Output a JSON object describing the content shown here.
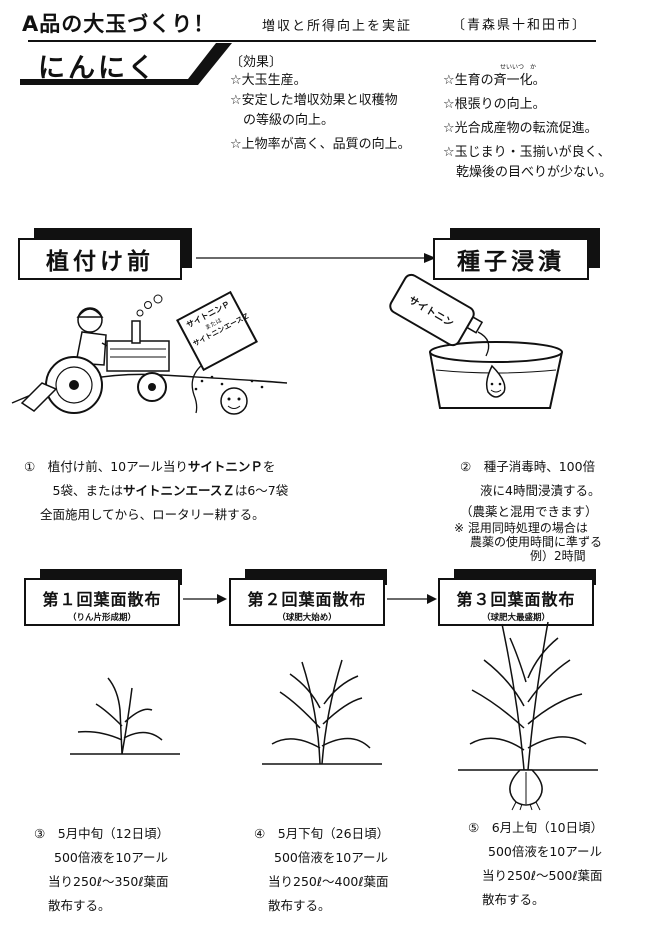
{
  "header": {
    "title": "A品の大玉づくり！",
    "subtitle": "増収と所得向上を実証",
    "location": "〔青森県十和田市〕",
    "crop": "にんにく"
  },
  "effects": {
    "heading": "〔効果〕",
    "left": [
      "☆大玉生産。",
      "☆安定した増収効果と収穫物",
      "　の等級の向上。",
      "☆上物率が高く、品質の向上。"
    ],
    "right": [
      "☆生育の斉一化。",
      "☆根張りの向上。",
      "☆光合成産物の転流促進。",
      "☆玉じまり・玉揃いが良く、",
      "　乾燥後の目べりが少ない。"
    ],
    "ruby": "せいいつ　か"
  },
  "stages": {
    "before_planting": "植付け前",
    "seed_soak": "種子浸漬"
  },
  "illustration_labels": {
    "bag_line1": "サイトニンＰ",
    "bag_line2": "または",
    "bag_line3": "サイトニンエースＺ",
    "bottle": "サイトニン"
  },
  "step1": {
    "line1_a": "①　植付け前、10アール当り",
    "line1_b": "サイトニンＰ",
    "line1_c": "を",
    "line2_a": "　5袋、または",
    "line2_b": "サイトニンエースＺ",
    "line2_c": "は6〜7袋",
    "line3": "全面施用してから、ロータリー耕する。"
  },
  "step2": {
    "line1": "②　種子消毒時、100倍",
    "line2": "液に4時間浸漬する。",
    "line3": "（農薬と混用できます）",
    "line4": "※ 混用同時処理の場合は",
    "line5": "農薬の使用時間に準ずる",
    "line6": "例）2時間"
  },
  "sprays": [
    {
      "title": "第１回葉面散布",
      "sub": "（りん片形成期）"
    },
    {
      "title": "第２回葉面散布",
      "sub": "（球肥大始め）"
    },
    {
      "title": "第３回葉面散布",
      "sub": "（球肥大最盛期）"
    }
  ],
  "timing": [
    {
      "line1": "③　5月中旬（12日頃）",
      "line2": "500倍液を10アール",
      "line3": "当り250ℓ〜350ℓ葉面",
      "line4": "散布する。"
    },
    {
      "line1": "④　5月下旬（26日頃）",
      "line2": "500倍液を10アール",
      "line3": "当り250ℓ〜400ℓ葉面",
      "line4": "散布する。"
    },
    {
      "line1": "⑤　6月上旬（10日頃）",
      "line2": "500倍液を10アール",
      "line3": "当り250ℓ〜500ℓ葉面",
      "line4": "散布する。"
    }
  ]
}
